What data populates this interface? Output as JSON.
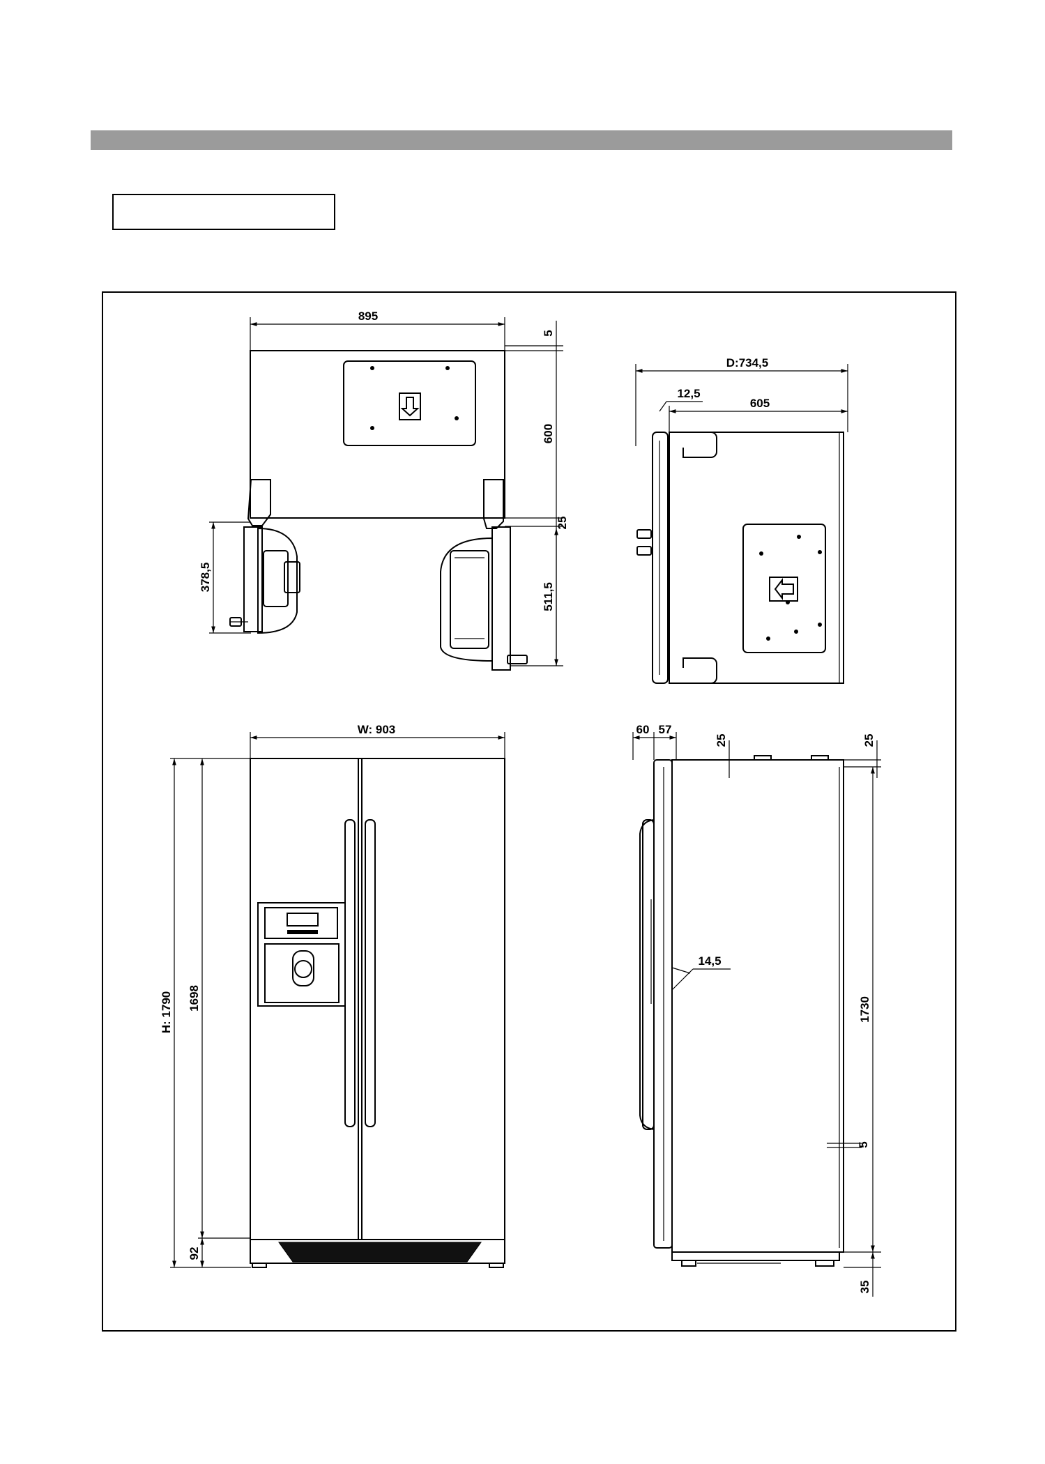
{
  "header_bar_color": "#9b9b9b",
  "title_box": {
    "text": ""
  },
  "top_view": {
    "width_label": "895",
    "clearance_top": "5",
    "depth_label": "600",
    "door_gap": "25",
    "left_door_swing": "378,5",
    "right_door_swing": "511,5"
  },
  "side_top_view": {
    "depth_label": "D:734,5",
    "offset_label": "12,5",
    "body_depth": "605"
  },
  "front_view": {
    "width_label": "W: 903",
    "height_label": "H: 1790",
    "body_height": "1698",
    "base_height": "92"
  },
  "side_view": {
    "handle_depth_1": "60",
    "handle_depth_2": "57",
    "top_offset_1": "25",
    "top_offset_2": "25",
    "handle_offset": "14,5",
    "side_height": "1730",
    "rear_gap": "5",
    "bottom_height": "35"
  }
}
